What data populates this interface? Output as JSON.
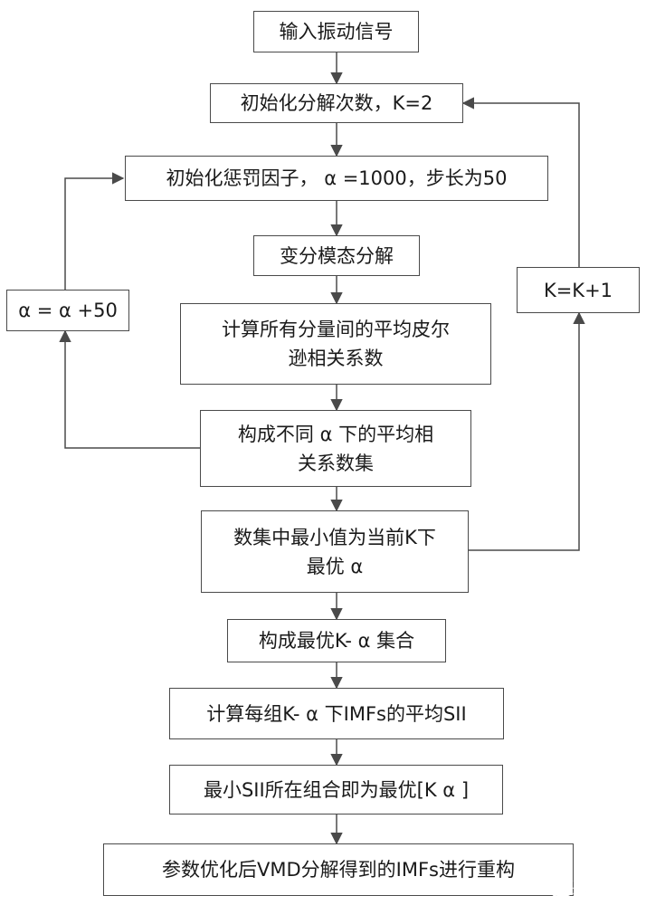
{
  "flowchart": {
    "nodes": {
      "input": [
        "输入振动信号"
      ],
      "initK": [
        "初始化分解次数，K=2"
      ],
      "initAlpha": [
        "初始化惩罚因子，  α =1000，步长为50"
      ],
      "vmd": [
        "变分模态分解"
      ],
      "pearson": [
        "计算所有分量间的平均皮尔",
        "逊相关系数"
      ],
      "dataset": [
        "构成不同 α 下的平均相",
        "关系数集"
      ],
      "minAlpha": [
        "数集中最小值为当前K下",
        "最优 α"
      ],
      "kaSet": [
        "构成最优K- α 集合"
      ],
      "sii": [
        "计算每组K- α 下IMFs的平均SII"
      ],
      "best": [
        "最小SII所在组合即为最优[K  α ]"
      ],
      "rebuild": [
        "参数优化后VMD分解得到的IMFs进行重构"
      ],
      "alphaInc": [
        "α = α +50"
      ],
      "kInc": [
        "K=K+1"
      ]
    },
    "edges": [
      [
        "input",
        "initK"
      ],
      [
        "initK",
        "initAlpha"
      ],
      [
        "initAlpha",
        "vmd"
      ],
      [
        "vmd",
        "pearson"
      ],
      [
        "pearson",
        "dataset"
      ],
      [
        "dataset",
        "minAlpha"
      ],
      [
        "minAlpha",
        "kaSet"
      ],
      [
        "kaSet",
        "sii"
      ],
      [
        "sii",
        "best"
      ],
      [
        "best",
        "rebuild"
      ],
      [
        "dataset",
        "alphaInc"
      ],
      [
        "alphaInc",
        "initAlpha"
      ],
      [
        "minAlpha",
        "kInc"
      ],
      [
        "kInc",
        "initK"
      ]
    ]
  },
  "watermark": {
    "text": "聚聚网",
    "color": "#1e7fd6"
  }
}
